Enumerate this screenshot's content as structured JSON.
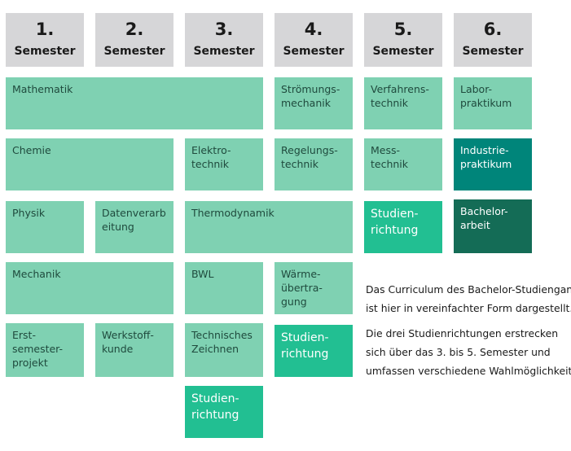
{
  "semesters": [
    {
      "num": "1.",
      "label": "Semester"
    },
    {
      "num": "2.",
      "label": "Semester"
    },
    {
      "num": "3.",
      "label": "Semester"
    },
    {
      "num": "4.",
      "label": "Semester"
    },
    {
      "num": "5.",
      "label": "Semester"
    },
    {
      "num": "6.",
      "label": "Semester"
    }
  ],
  "modules": {
    "mathematik": "Mathematik",
    "stroemungsmechanik": "Strömungs-\nmechanik",
    "verfahrenstechnik": "Verfahrens-\ntechnik",
    "laborpraktikum": "Labor-\npraktikum",
    "chemie": "Chemie",
    "elektrotechnik": "Elektro-\ntechnik",
    "regelungstechnik": "Regelungs-\ntechnik",
    "messtechnik": "Mess-\ntechnik",
    "industriepraktikum": "Industrie-\npraktikum",
    "physik": "Physik",
    "datenverarbeitung": "Datenverarb\neitung",
    "thermodynamik": "Thermodynamik",
    "studienrichtung_5": "Studien-\nrichtung",
    "bachelorarbeit": "Bachelor-\narbeit",
    "mechanik": "Mechanik",
    "bwl": "BWL",
    "waermeuebertragung": "Wärme-\nübertra-\ngung",
    "erstsemesterprojekt": "Erst-\nsemester-\nprojekt",
    "werkstoffkunde": "Werkstoff-\nkunde",
    "technisches_zeichnen": "Technisches\nZeichnen",
    "studienrichtung_4": "Studien-\nrichtung",
    "studienrichtung_3": "Studien-\nrichtung"
  },
  "notes": {
    "line1": "Das Curriculum des Bachelor-Studiengangs",
    "line2": "ist hier in vereinfachter Form dargestellt.",
    "line3": "Die drei Studienrichtungen erstrecken",
    "line4": "sich über das 3. bis 5. Semester und",
    "line5": "umfassen verschiedene Wahlmöglichkeiten."
  },
  "colors": {
    "header": "#d6d6d8",
    "module": "#7fd1b2",
    "studienrichtung": "#22bf92",
    "industriepraktikum": "#00857a",
    "bachelorarbeit": "#146c56"
  }
}
